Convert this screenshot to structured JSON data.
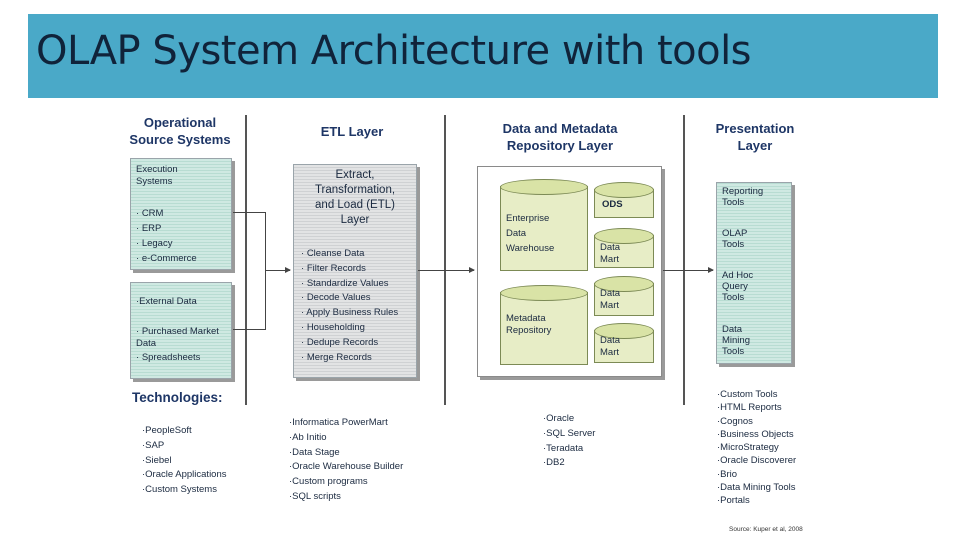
{
  "title": "OLAP System Architecture with tools",
  "columns": {
    "operational": {
      "line1": "Operational",
      "line2": "Source Systems"
    },
    "etl": {
      "line1": "ETL Layer"
    },
    "repository": {
      "line1": "Data and Metadata",
      "line2": "Repository Layer"
    },
    "presentation": {
      "line1": "Presentation",
      "line2": "Layer"
    }
  },
  "source_box_1": {
    "title_line1": "Execution",
    "title_line2": "Systems",
    "items": [
      "CRM",
      "ERP",
      "Legacy",
      "e-Commerce"
    ]
  },
  "source_box_2": {
    "title": "External Data",
    "items": [
      "Purchased Market Data",
      "Spreadsheets"
    ]
  },
  "etl_box": {
    "title_lines": [
      "Extract,",
      "Transformation,",
      "and Load (ETL)",
      "Layer"
    ],
    "items": [
      "Cleanse Data",
      "Filter Records",
      "Standardize Values",
      "Decode Values",
      "Apply Business Rules",
      "Householding",
      "Dedupe Records",
      "Merge Records"
    ]
  },
  "repository_box": {
    "enterprise": {
      "l1": "Enterprise",
      "l2": "Data",
      "l3": "Warehouse"
    },
    "metadata": {
      "l1": "Metadata",
      "l2": "Repository"
    },
    "ods": "ODS",
    "marts": [
      {
        "l1": "Data",
        "l2": "Mart"
      },
      {
        "l1": "Data",
        "l2": "Mart"
      },
      {
        "l1": "Data",
        "l2": "Mart"
      }
    ]
  },
  "presentation_box": {
    "items": [
      {
        "l1": "Reporting",
        "l2": "Tools"
      },
      {
        "l1": "OLAP",
        "l2": "Tools"
      },
      {
        "l1": "Ad Hoc",
        "l2": "Query",
        "l3": "Tools"
      },
      {
        "l1": "Data",
        "l2": "Mining",
        "l3": "Tools"
      }
    ]
  },
  "technologies": {
    "header": "Technologies:",
    "source_tools": [
      "PeopleSoft",
      "SAP",
      "Siebel",
      "Oracle Applications",
      "Custom Systems"
    ],
    "etl_tools": [
      "Informatica PowerMart",
      "Ab Initio",
      "Data Stage",
      "Oracle Warehouse Builder",
      "Custom programs",
      "SQL scripts"
    ],
    "db_tools": [
      "Oracle",
      "SQL Server",
      "Teradata",
      "DB2"
    ],
    "presentation_tools": [
      "Custom Tools",
      "HTML Reports",
      "Cognos",
      "Business Objects",
      "MicroStrategy",
      "Oracle Discoverer",
      "Brio",
      "Data Mining Tools",
      "Portals"
    ]
  },
  "source_note": "Source: Kuper et al, 2008"
}
